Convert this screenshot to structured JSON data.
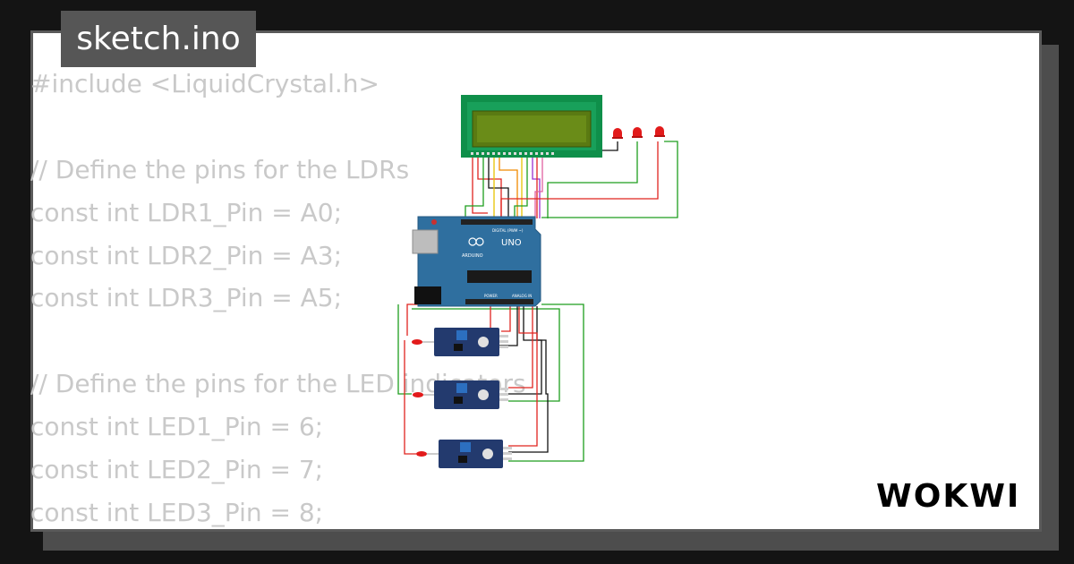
{
  "project": {
    "file_name": "sketch.ino",
    "brand": "WOKWI"
  },
  "code_preview": {
    "lines": [
      "#include <LiquidCrystal.h>",
      "",
      "// Define the pins for the LDRs",
      "const int LDR1_Pin = A0;",
      "const int LDR2_Pin = A3;",
      "const int LDR3_Pin = A5;",
      "",
      "// Define the pins for the LED indicators",
      "const int LED1_Pin = 6;",
      "const int LED2_Pin = 7;",
      "const int LED3_Pin = 8;"
    ]
  },
  "board": {
    "label": "UNO",
    "brand": "ARDUINO",
    "header_digital": "DIGITAL (PWM ~)",
    "header_analog": "ANALOG IN",
    "header_power": "POWER"
  },
  "colors": {
    "page_background": "#141414",
    "card_background": "#ffffff",
    "code_text": "#c9c9c9",
    "tab_background": "#565656",
    "board_blue": "#2f6f9f",
    "lcd_pcb": "#0f8f4a",
    "lcd_screen": "#5a7a12",
    "sensor_blue": "#233a6e",
    "led_red": "#e21b1b",
    "wire_red": "#e0241f",
    "wire_green": "#1e9e1e",
    "wire_black": "#111111"
  }
}
